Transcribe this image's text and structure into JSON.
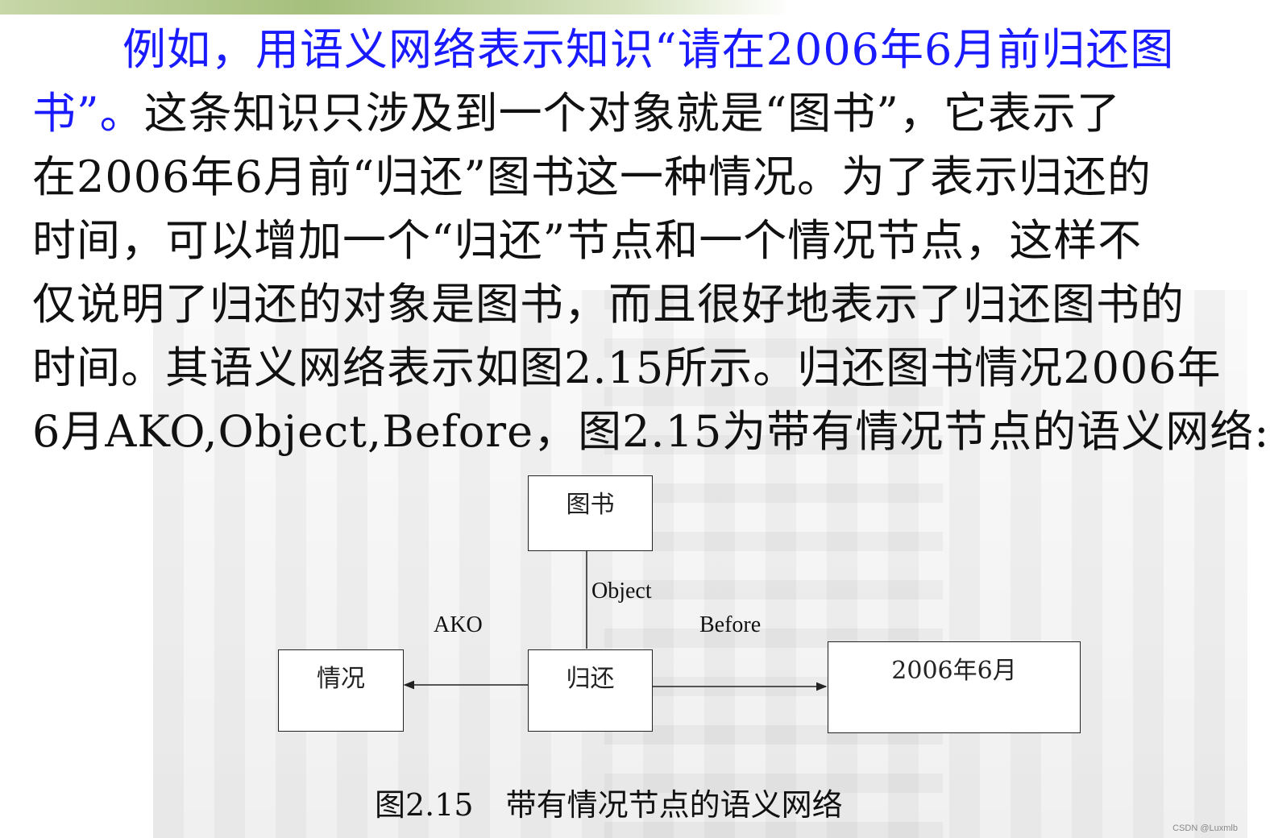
{
  "paragraph": {
    "line1_blue": "例如，用语义网络表示知识“请在2006年6月前归还图",
    "line2_blue": "书”。",
    "line2_rest": "这条知识只涉及到一个对象就是“图书”，它表示了",
    "line3": "在2006年6月前“归还”图书这一种情况。为了表示归还的",
    "line4": "时间，可以增加一个“归还”节点和一个情况节点，这样不",
    "line5": "仅说明了归还的对象是图书，而且很好地表示了归还图书的",
    "line6": "时间。其语义网络表示如图2.15所示。归还图书情况2006年",
    "line7": "6月AKO,Object,Before，图2.15为带有情况节点的语义网络:"
  },
  "diagram": {
    "nodes": {
      "book": "图书",
      "situation": "情况",
      "return": "归还",
      "date": "2006年6月"
    },
    "edges": {
      "object": "Object",
      "ako": "AKO",
      "before": "Before"
    },
    "caption_number": "图2.15",
    "caption_title": "带有情况节点的语义网络"
  },
  "watermark": "CSDN @Luxmlb",
  "colors": {
    "highlight_text": "#1a1aff",
    "body_text": "#111111",
    "line": "#222222"
  }
}
